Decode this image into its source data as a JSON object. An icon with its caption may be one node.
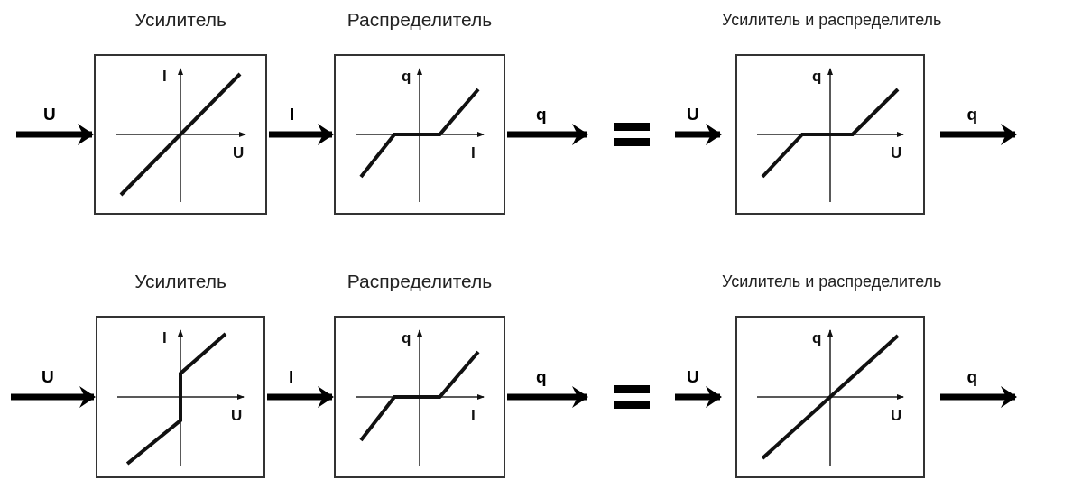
{
  "diagram": {
    "nodes": [
      {
        "text": [
          "Усилитель",
          "I",
          "U"
        ]
      },
      {
        "text": [
          "Распределитель",
          "q",
          "I"
        ]
      },
      {
        "text": [
          "Усилитель и распределитель",
          "q",
          "U"
        ]
      },
      {
        "text": [
          "Усилитель",
          "I",
          "U"
        ]
      },
      {
        "text": [
          "Распределитель",
          "q",
          "I"
        ]
      },
      {
        "text": [
          "Усилитель и распределитель",
          "q",
          "U"
        ]
      }
    ],
    "edges": [
      {
        "from": null,
        "to": 0,
        "arrow": "to",
        "label": "U"
      },
      {
        "from": 0,
        "to": 1,
        "arrow": "to",
        "label": "I"
      },
      {
        "from": 1,
        "to": null,
        "arrow": "to",
        "label": "q"
      },
      {
        "from": null,
        "to": 2,
        "arrow": "to",
        "label": "U"
      },
      {
        "from": 2,
        "to": null,
        "arrow": "to",
        "label": "q"
      },
      {
        "from": null,
        "to": 3,
        "arrow": "to",
        "label": "U"
      },
      {
        "from": 3,
        "to": 4,
        "arrow": "to",
        "label": "I"
      },
      {
        "from": 4,
        "to": null,
        "arrow": "to",
        "label": "q"
      },
      {
        "from": null,
        "to": 5,
        "arrow": "to",
        "label": "U"
      },
      {
        "from": 5,
        "to": null,
        "arrow": "to",
        "label": "q"
      }
    ]
  }
}
